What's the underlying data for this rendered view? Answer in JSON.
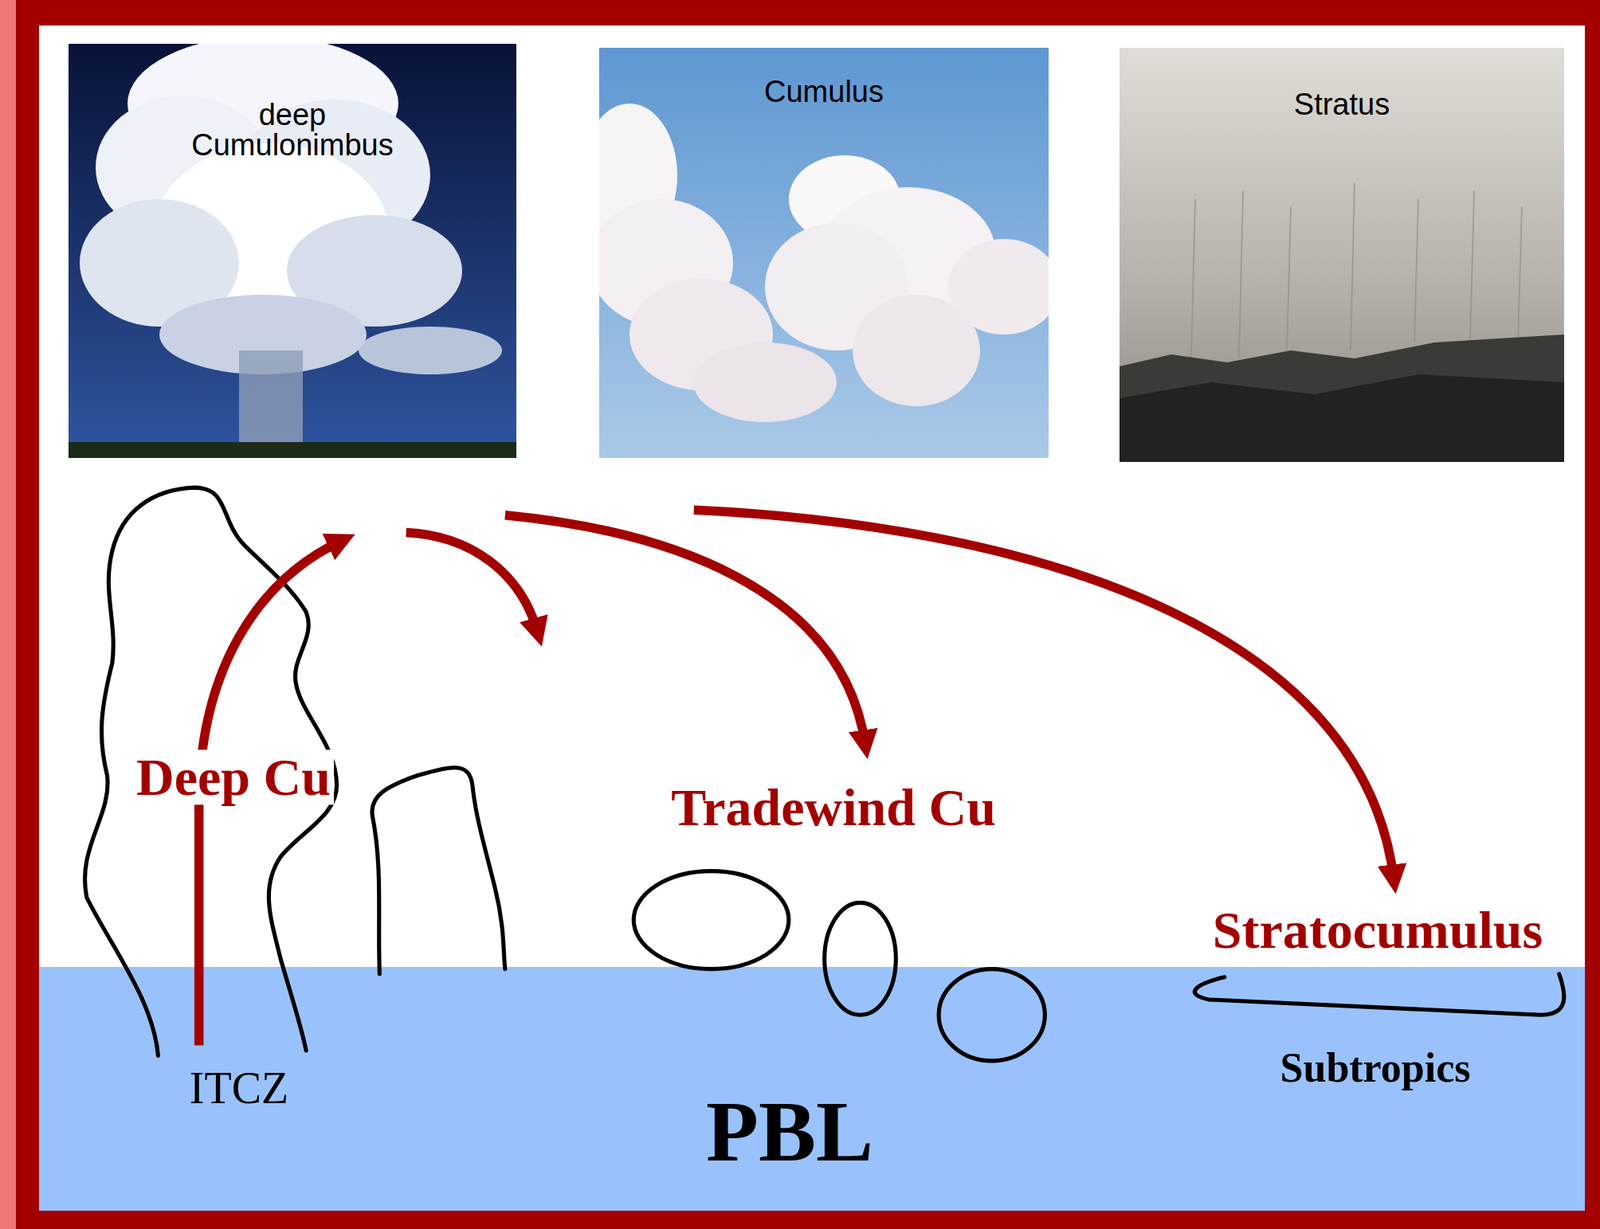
{
  "diagram": {
    "nodes": [
      {
        "text": [
          "deep Cumulonimbus"
        ]
      },
      {
        "text": [
          "Cumulus"
        ]
      },
      {
        "text": [
          "Stratus"
        ]
      }
    ],
    "labels": [
      "Deep Cu",
      "Tradewind Cu",
      "Stratocumulus",
      "ITCZ",
      "Subtropics",
      "PBL"
    ]
  }
}
